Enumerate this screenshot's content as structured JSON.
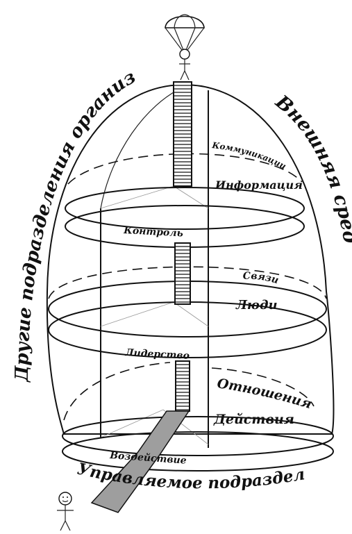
{
  "labels": {
    "external_environment": "Внешняя среда",
    "other_departments": "Другие подразделения организации",
    "managed_department": "Управляемое подразделение",
    "communications": "Коммуникации",
    "information": "Информация",
    "control": "Контроль",
    "links": "Связи",
    "people": "Люди",
    "leadership": "Лидерство",
    "relations": "Отношения",
    "actions": "Действия",
    "influence": "Воздействие"
  },
  "colors": {
    "ink": "#111111",
    "path_fill": "#9e9e9e",
    "background": "#ffffff"
  },
  "icons": [
    "parachutist-icon",
    "stick-figure-icon",
    "ladder-icon"
  ]
}
